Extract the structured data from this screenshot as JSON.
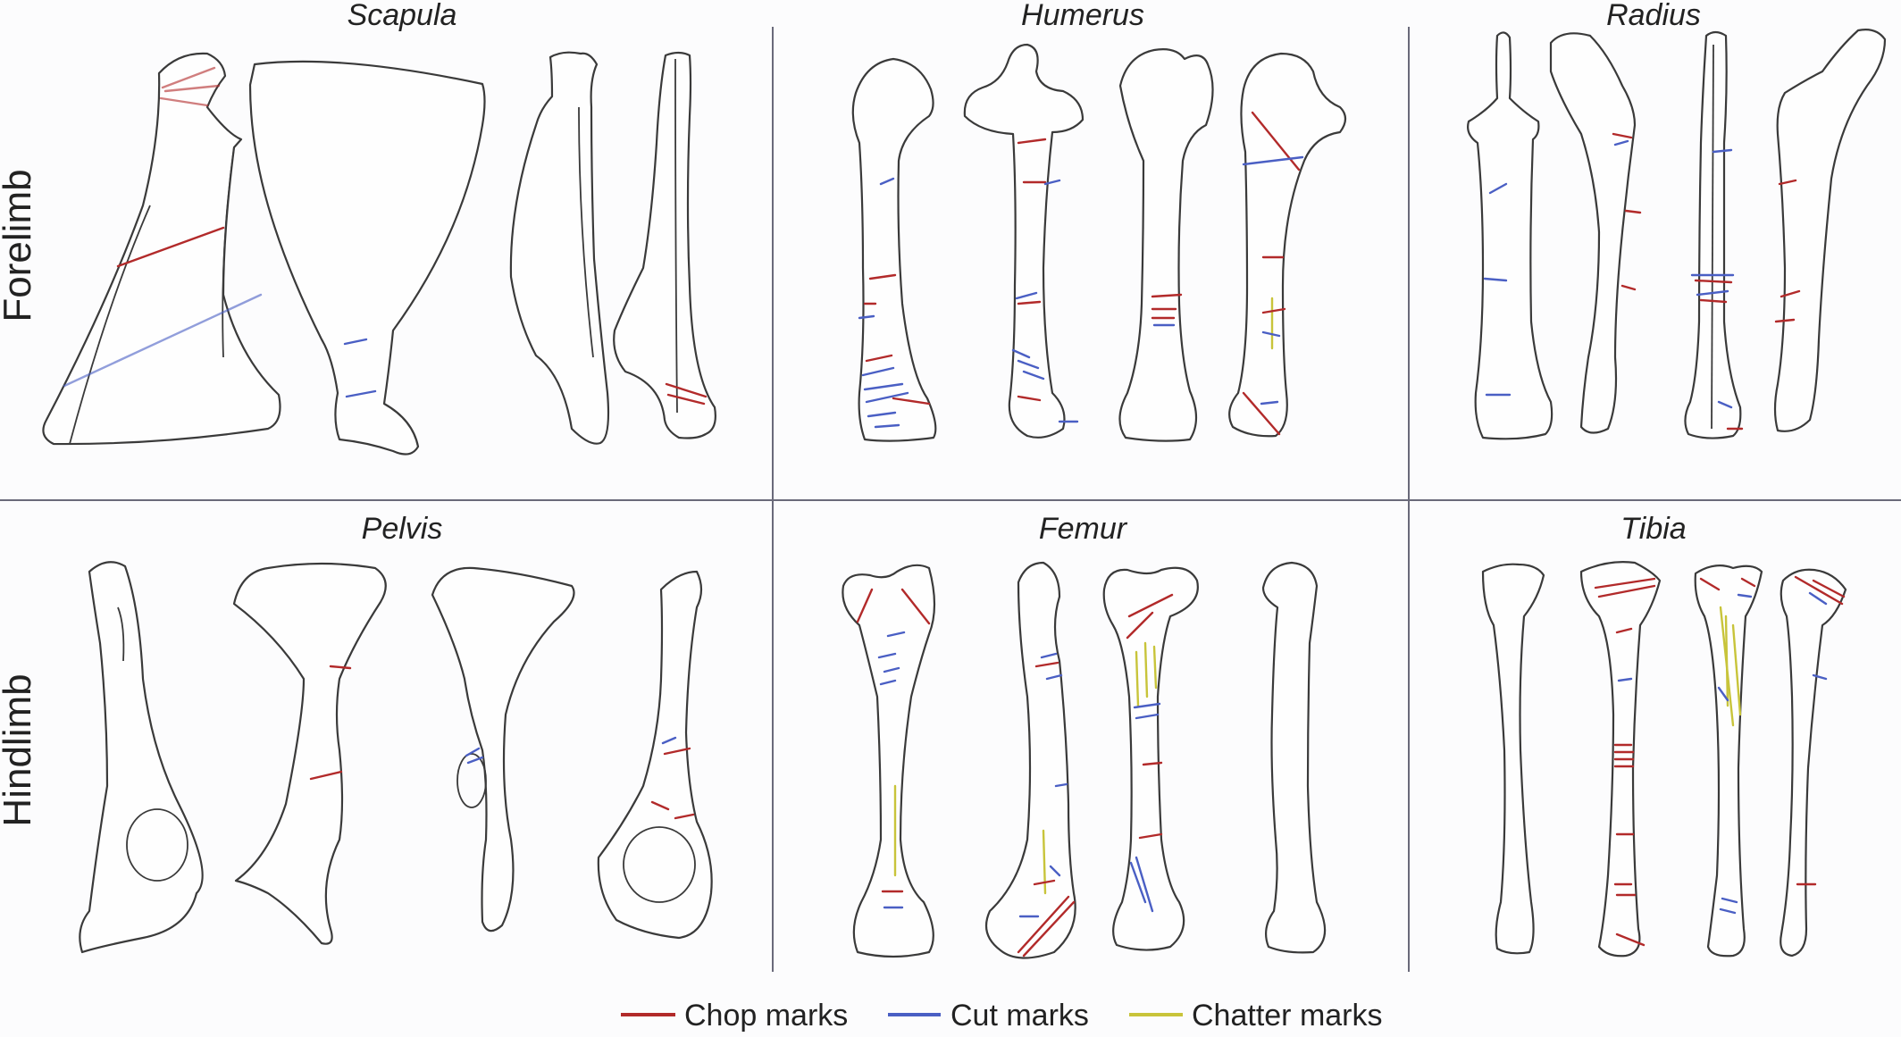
{
  "rows": [
    {
      "id": "forelimb",
      "label": "Forelimb"
    },
    {
      "id": "hindlimb",
      "label": "Hindlimb"
    }
  ],
  "panels": [
    {
      "id": "scapula",
      "title": "Scapula"
    },
    {
      "id": "humerus",
      "title": "Humerus"
    },
    {
      "id": "radius",
      "title": "Radius"
    },
    {
      "id": "pelvis",
      "title": "Pelvis"
    },
    {
      "id": "femur",
      "title": "Femur"
    },
    {
      "id": "tibia",
      "title": "Tibia"
    }
  ],
  "legend": [
    {
      "id": "chop",
      "label": "Chop marks",
      "color": "#b22a2a"
    },
    {
      "id": "cut",
      "label": "Cut marks",
      "color": "#4a5fc4"
    },
    {
      "id": "chatter",
      "label": "Chatter marks",
      "color": "#c8c43a"
    }
  ],
  "colors": {
    "chop": "#b22a2a",
    "cut": "#4a5fc4",
    "chatter": "#c8c43a",
    "divider": "#6a6a7a"
  }
}
